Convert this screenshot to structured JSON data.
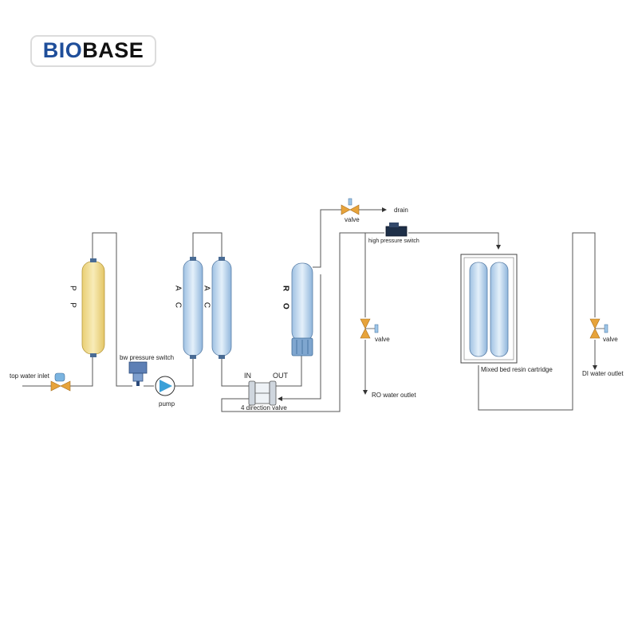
{
  "brand": {
    "name": "BIOBASE",
    "colors": {
      "blue": "#1f4e9a",
      "dark": "#111111"
    }
  },
  "labels": {
    "tap_inlet": "top water inlet",
    "bw_switch": "bw pressure switch",
    "pump": "pump",
    "pp": "P P",
    "ac1": "A C",
    "ac2": "A C",
    "ro": "R O",
    "in": "IN",
    "out": "OUT",
    "four_way": "4 direction valve",
    "valve_drain": "valve",
    "drain": "drain",
    "hp_switch": "high pressure switch",
    "ro_valve": "valve",
    "ro_outlet": "RO water outlet",
    "mixed_bed": "Mixed bed resin cartridge",
    "di_valve": "valve",
    "di_outlet": "DI water outlet"
  },
  "colors": {
    "line": "#555555",
    "pp_fill": "#f1dc8e",
    "vessel_fill": "#bcd6ee",
    "vessel_edge": "#5a7fa8",
    "valve": "#e7a33a",
    "pump": "#3aa0d8"
  }
}
